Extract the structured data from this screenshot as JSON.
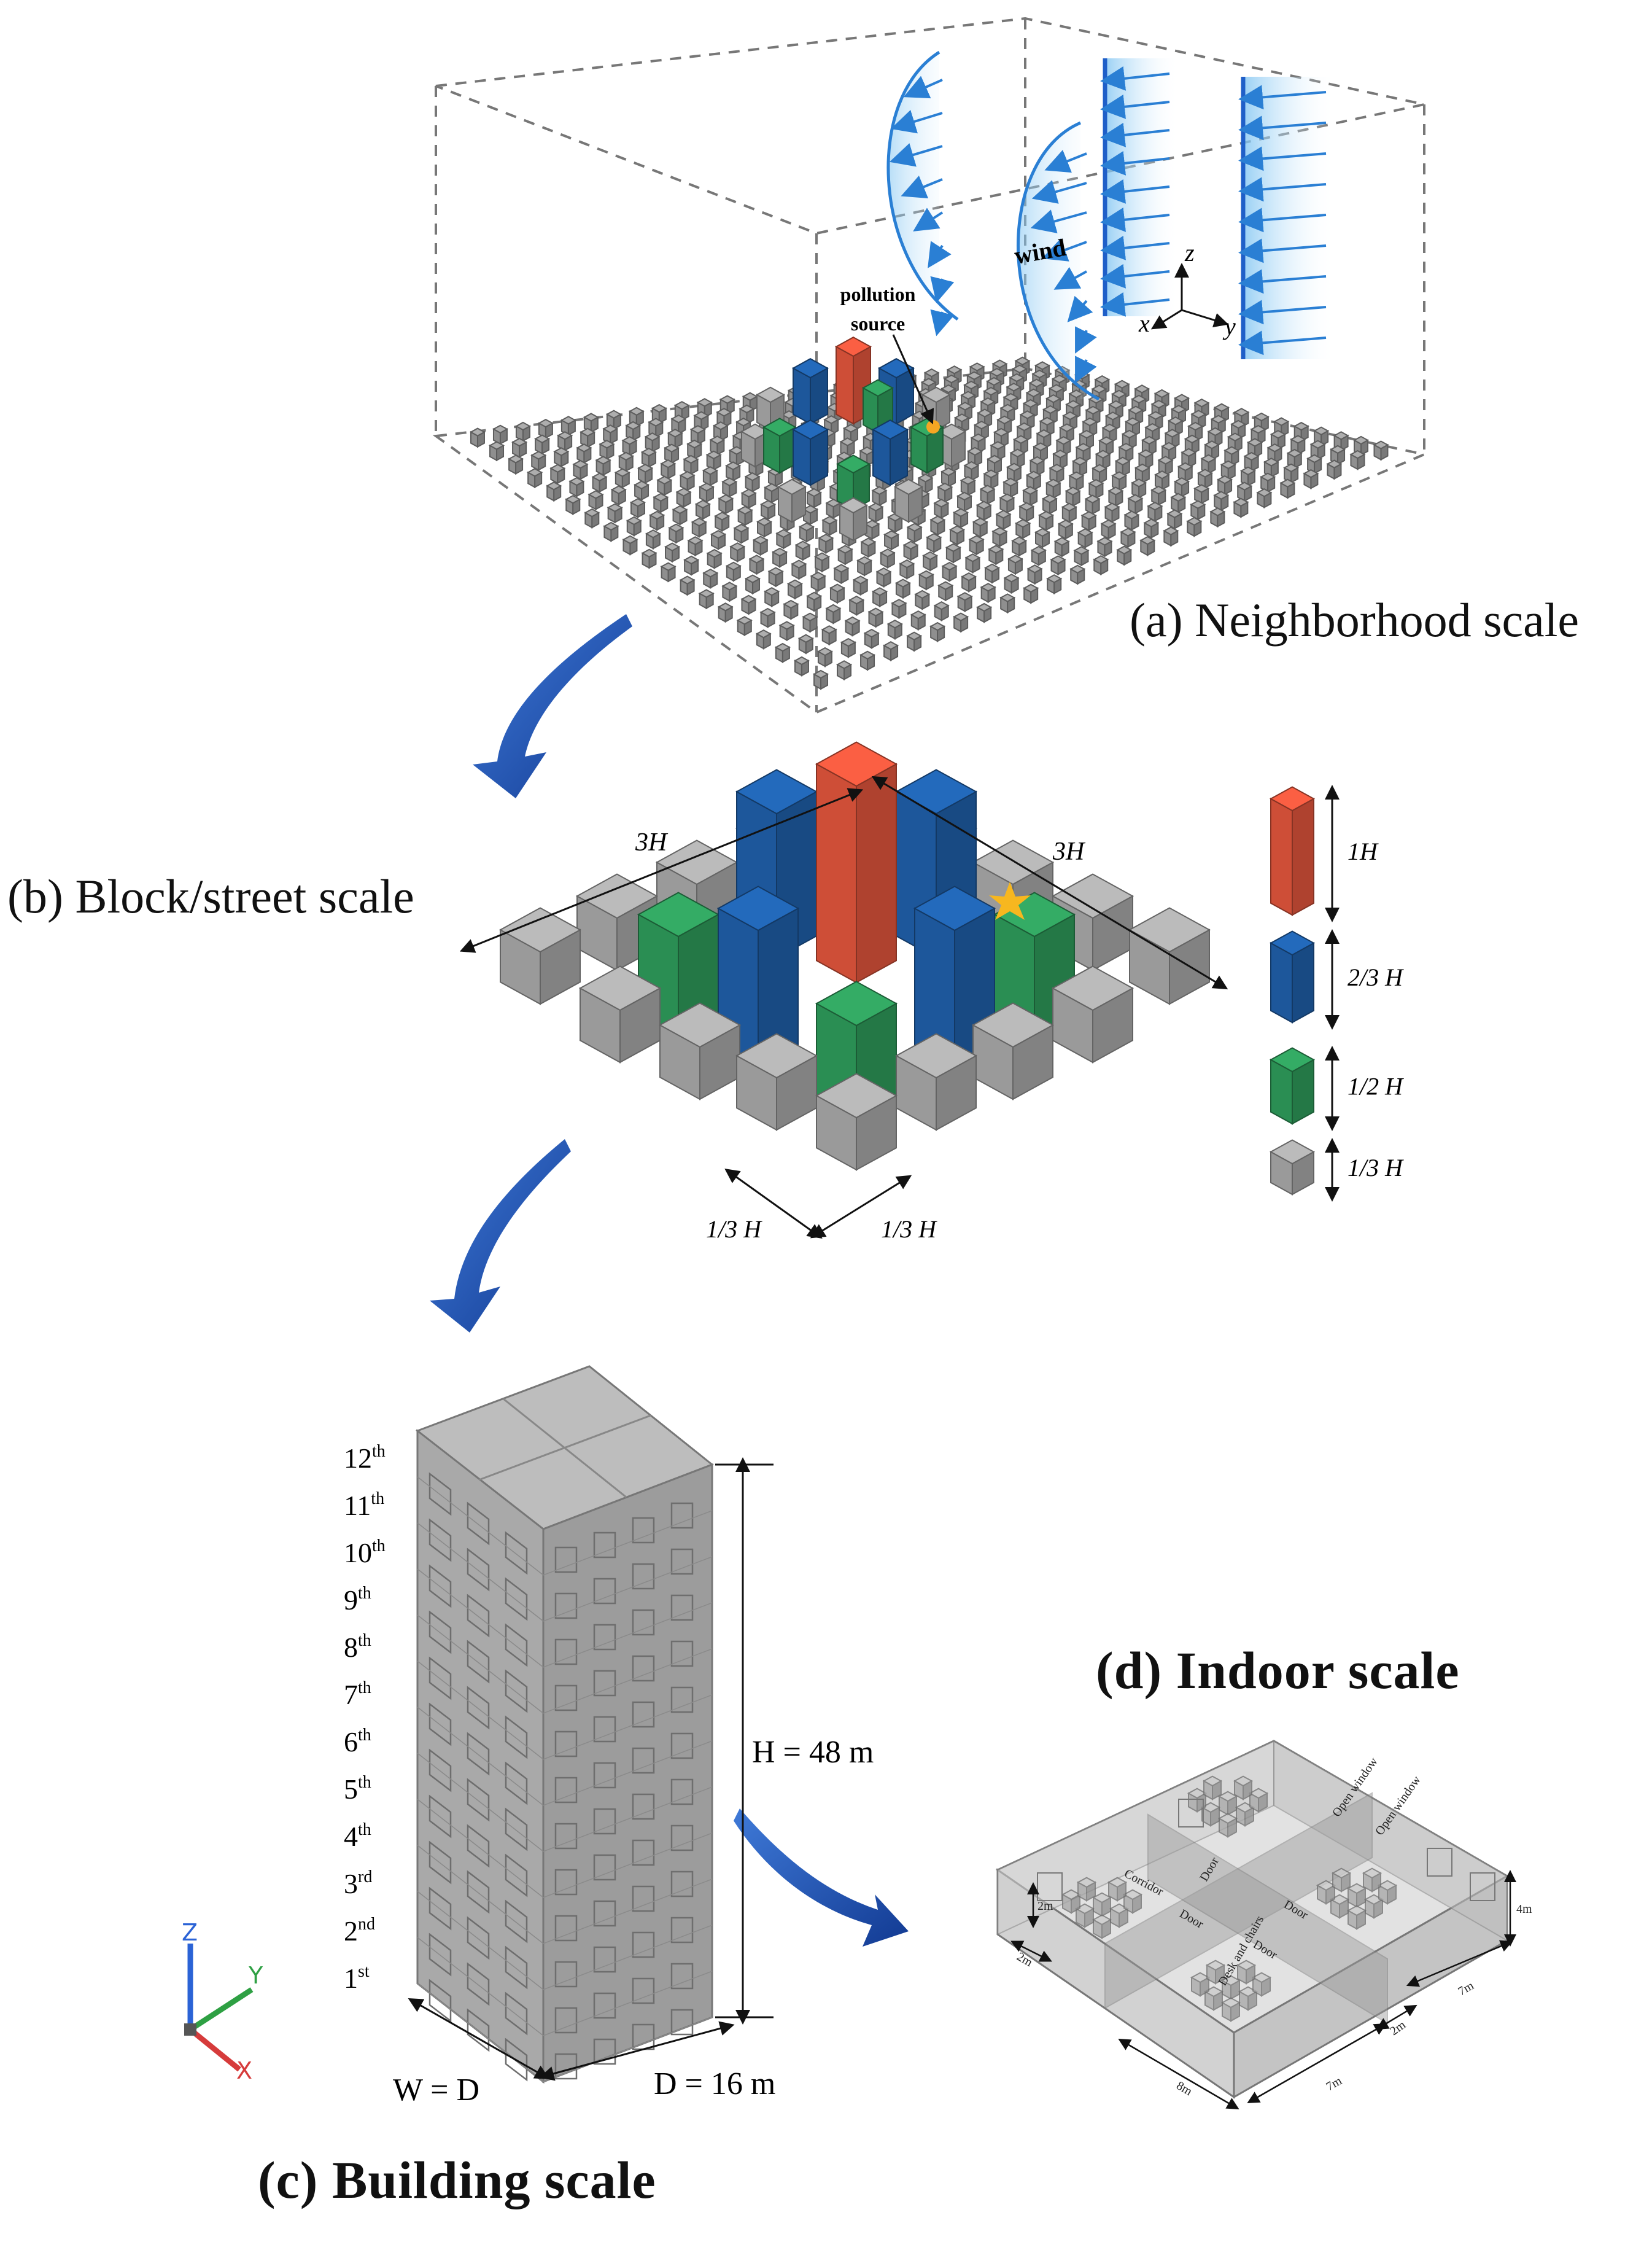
{
  "captions": {
    "a": "(a) Neighborhood scale",
    "b": "(b) Block/street scale",
    "c": "(c) Building scale",
    "d": "(d) Indoor scale"
  },
  "neighborhood": {
    "pollution_source": [
      "pollution",
      "source"
    ],
    "wind": "wind",
    "axes": {
      "x": "x",
      "y": "y",
      "z": "z"
    }
  },
  "block": {
    "dim_left": "3H",
    "dim_right": "3H",
    "spacing_left": "1/3 H",
    "spacing_right": "1/3 H",
    "legend": [
      {
        "label": "1H",
        "color": "#e0553c"
      },
      {
        "label": "2/3 H",
        "color": "#1f5fa8"
      },
      {
        "label": "1/2 H",
        "color": "#2e9a5a"
      },
      {
        "label": "1/3 H",
        "color": "#a7a7a7"
      }
    ]
  },
  "building": {
    "floors": [
      "12th",
      "11th",
      "10th",
      "9th",
      "8th",
      "7th",
      "6th",
      "5th",
      "4th",
      "3rd",
      "2nd",
      "1st"
    ],
    "height_label": "H = 48 m",
    "width_label": "W = D",
    "depth_label": "D = 16 m",
    "axes": {
      "x": "X",
      "y": "Y",
      "z": "Z"
    }
  },
  "indoor": {
    "labels": {
      "open_window_1": "Open window",
      "open_window_2": "Open window",
      "corridor": "Corridor",
      "door_1": "Door",
      "door_2": "Door",
      "door_3": "Door",
      "door_4": "Door",
      "desk": "Desk and chairs",
      "d2m_a": "2m",
      "d2m_b": "2m",
      "d2m_c": "2m",
      "d4m": "4m",
      "d7m_a": "7m",
      "d7m_b": "7m",
      "d8m": "8m"
    }
  },
  "colors": {
    "tall": "#e0553c",
    "mid": "#1f5fa8",
    "low": "#2e9a5a",
    "base": "#a7a7a7",
    "arrow": "#1f4fb0",
    "wind": "#2a7fd4"
  }
}
